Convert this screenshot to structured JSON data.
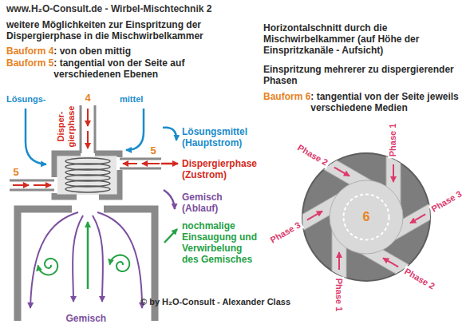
{
  "diagram": {
    "title": "www.H₂O-Consult.de - Wirbel-Mischtechnik 2",
    "nodes": [
      {
        "text": [
          "6"
        ]
      }
    ],
    "labels": [
      "weitere Möglichkeiten zur Einspritzung der Dispergierphase in die Mischwirbelkammer",
      "Bauform 4",
      ": von oben mittig",
      "Bauform 5",
      ": tangential von der Seite auf verschiedenen Ebenen",
      "Horizontalschnitt durch die Mischwirbelkammer (auf Höhe der Einspritzkanäle - Aufsicht)",
      "Einspritzung mehrerer zu dispergierender Phasen",
      "Bauform 6",
      ": tangential von der Seite jeweils verschiedene Medien",
      "Lösungs-",
      "Disper-",
      "gierphase",
      "mittel",
      "4",
      "5",
      "5",
      "Gemisch",
      "Phase 1",
      "Phase 3",
      "Phase 2",
      "Phase 1",
      "Phase 3",
      "Phase 2",
      "© by H₂O-Consult - Alexander Class"
    ],
    "legend": [
      {
        "text": "Lösungsmittel (Hauptstrom)"
      },
      {
        "text": "Dispergierphase (Zustrom)"
      },
      {
        "text": "Gemisch (Ablauf)"
      },
      {
        "text": "nochmalige Einsaugung und Verwirbelung des Gemisches"
      }
    ]
  }
}
